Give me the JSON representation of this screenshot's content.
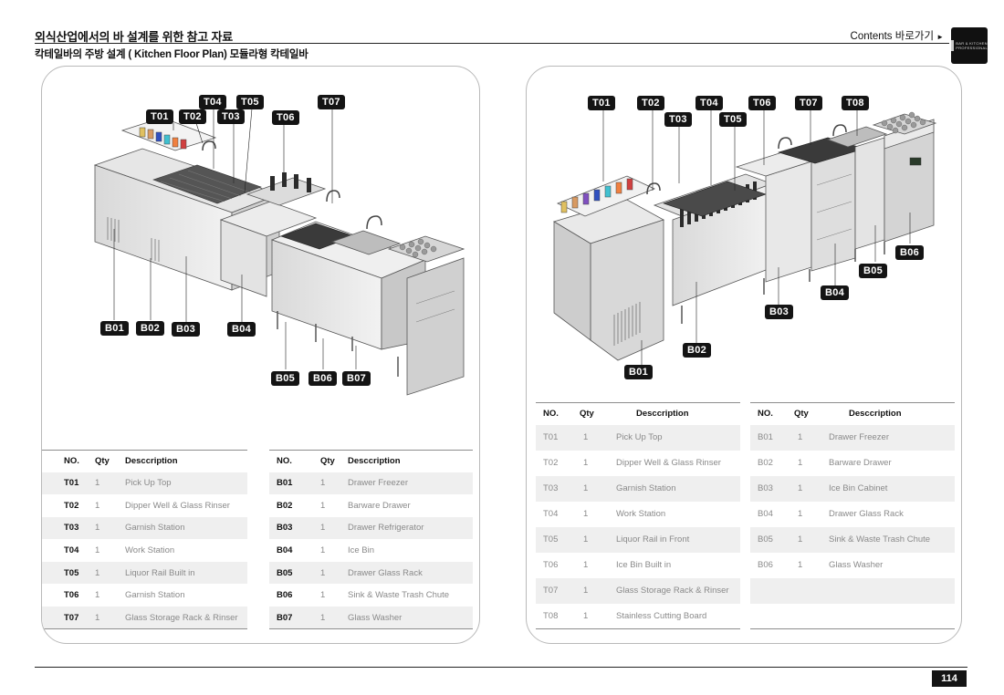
{
  "header": {
    "title": "외식산업에서의 바 설계를 위한 참고 자료",
    "subtitle": "칵테일바의 주방 설계 ( Kitchen Floor Plan) 모듈라형 칵테일바",
    "contents_link": "Contents 바로가기",
    "contents_arrow": "►",
    "logo_text": "BAR & KITCHEN PROFESSIONAL"
  },
  "left_panel": {
    "tags": [
      "T01",
      "T02",
      "T03",
      "T04",
      "T05",
      "T06",
      "T07",
      "B01",
      "B02",
      "B03",
      "B04",
      "B05",
      "B06",
      "B07"
    ],
    "columns": [
      "NO.",
      "Qty",
      "Desccription"
    ],
    "table_t": [
      {
        "no": "T01",
        "qty": "1",
        "desc": "Pick Up Top"
      },
      {
        "no": "T02",
        "qty": "1",
        "desc": "Dipper Well & Glass Rinser"
      },
      {
        "no": "T03",
        "qty": "1",
        "desc": "Garnish Station"
      },
      {
        "no": "T04",
        "qty": "1",
        "desc": "Work Station"
      },
      {
        "no": "T05",
        "qty": "1",
        "desc": "Liquor Rail Built in"
      },
      {
        "no": "T06",
        "qty": "1",
        "desc": "Garnish Station"
      },
      {
        "no": "T07",
        "qty": "1",
        "desc": "Glass Storage Rack & Rinser"
      }
    ],
    "table_b": [
      {
        "no": "B01",
        "qty": "1",
        "desc": "Drawer Freezer"
      },
      {
        "no": "B02",
        "qty": "1",
        "desc": "Barware Drawer"
      },
      {
        "no": "B03",
        "qty": "1",
        "desc": "Drawer Refrigerator"
      },
      {
        "no": "B04",
        "qty": "1",
        "desc": "Ice Bin"
      },
      {
        "no": "B05",
        "qty": "1",
        "desc": "Drawer Glass Rack"
      },
      {
        "no": "B06",
        "qty": "1",
        "desc": "Sink & Waste Trash Chute"
      },
      {
        "no": "B07",
        "qty": "1",
        "desc": "Glass Washer"
      }
    ]
  },
  "right_panel": {
    "tags": [
      "T01",
      "T02",
      "T03",
      "T04",
      "T05",
      "T06",
      "T07",
      "T08",
      "B01",
      "B02",
      "B03",
      "B04",
      "B05",
      "B06"
    ],
    "columns": [
      "NO.",
      "Qty",
      "Desccription"
    ],
    "table_t": [
      {
        "no": "T01",
        "qty": "1",
        "desc": "Pick Up Top"
      },
      {
        "no": "T02",
        "qty": "1",
        "desc": "Dipper Well & Glass Rinser"
      },
      {
        "no": "T03",
        "qty": "1",
        "desc": "Garnish Station"
      },
      {
        "no": "T04",
        "qty": "1",
        "desc": "Work Station"
      },
      {
        "no": "T05",
        "qty": "1",
        "desc": "Liquor Rail in Front"
      },
      {
        "no": "T06",
        "qty": "1",
        "desc": "Ice Bin Built in"
      },
      {
        "no": "T07",
        "qty": "1",
        "desc": "Glass Storage Rack & Rinser"
      },
      {
        "no": "T08",
        "qty": "1",
        "desc": "Stainless Cutting Board"
      }
    ],
    "table_b": [
      {
        "no": "B01",
        "qty": "1",
        "desc": "Drawer Freezer"
      },
      {
        "no": "B02",
        "qty": "1",
        "desc": "Barware Drawer"
      },
      {
        "no": "B03",
        "qty": "1",
        "desc": "Ice Bin Cabinet"
      },
      {
        "no": "B04",
        "qty": "1",
        "desc": "Drawer Glass Rack"
      },
      {
        "no": "B05",
        "qty": "1",
        "desc": "Sink & Waste Trash Chute"
      },
      {
        "no": "B06",
        "qty": "1",
        "desc": "Glass Washer"
      }
    ]
  },
  "footer": {
    "page_number": "114"
  },
  "colors": {
    "tag_bg": "#141414",
    "row_alt": "#efefef",
    "panel_border": "#b9b9b9"
  }
}
